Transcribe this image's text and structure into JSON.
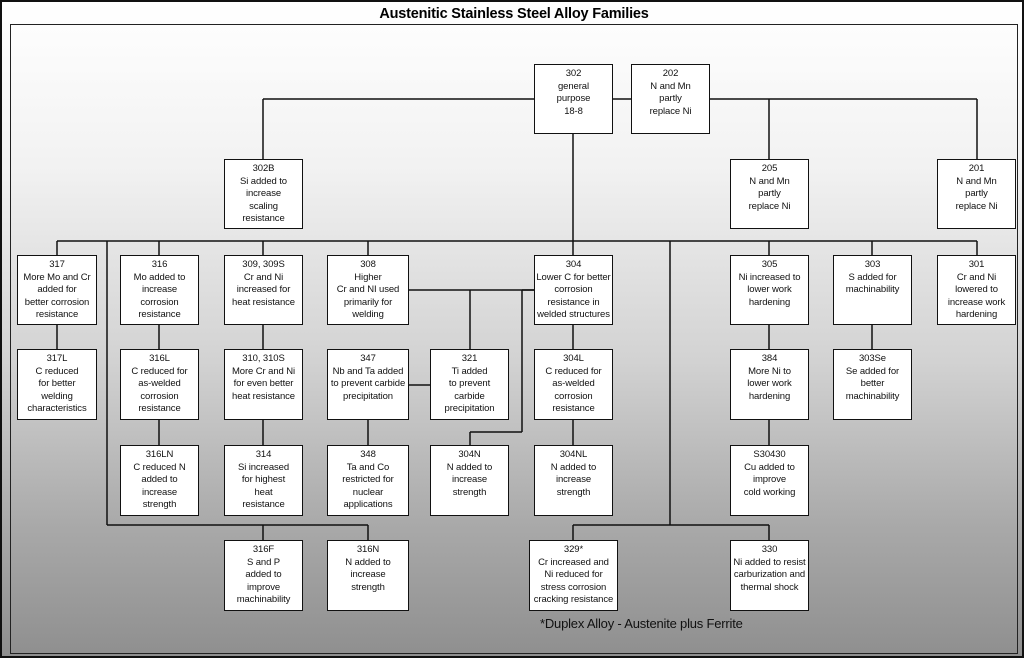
{
  "title": "Austenitic Stainless Steel Alloy Families",
  "footnote": "*Duplex Alloy - Austenite plus Ferrite",
  "nodes": [
    {
      "id": "302",
      "code": "302",
      "desc": "general\npurpose\n18-8"
    },
    {
      "id": "202",
      "code": "202",
      "desc": "N and Mn\npartly\nreplace Ni"
    },
    {
      "id": "302B",
      "code": "302B",
      "desc": "Si added to\nincrease\nscaling\nresistance"
    },
    {
      "id": "205",
      "code": "205",
      "desc": "N and Mn\npartly\nreplace Ni"
    },
    {
      "id": "201",
      "code": "201",
      "desc": "N and Mn\npartly\nreplace Ni"
    },
    {
      "id": "317",
      "code": "317",
      "desc": "More Mo and Cr\nadded for\nbetter corrosion\nresistance"
    },
    {
      "id": "316",
      "code": "316",
      "desc": "Mo added to\nincrease\ncorrosion\nresistance"
    },
    {
      "id": "309",
      "code": "309, 309S",
      "desc": "Cr and Ni\nincreased for\nheat resistance"
    },
    {
      "id": "308",
      "code": "308",
      "desc": "Higher\nCr and NI used\nprimarily for\nwelding"
    },
    {
      "id": "304",
      "code": "304",
      "desc": "Lower C for better\ncorrosion\nresistance in\nwelded structures"
    },
    {
      "id": "305",
      "code": "305",
      "desc": "Ni increased to\nlower work\nhardening"
    },
    {
      "id": "303",
      "code": "303",
      "desc": "S added for\nmachinability"
    },
    {
      "id": "301",
      "code": "301",
      "desc": "Cr and Ni\nlowered to\nincrease work\nhardening"
    },
    {
      "id": "317L",
      "code": "317L",
      "desc": "C reduced\nfor better\nwelding\ncharacteristics"
    },
    {
      "id": "316L",
      "code": "316L",
      "desc": "C reduced for\nas-welded\ncorrosion\nresistance"
    },
    {
      "id": "310",
      "code": "310, 310S",
      "desc": "More Cr and Ni\nfor even better\nheat resistance"
    },
    {
      "id": "347",
      "code": "347",
      "desc": "Nb and Ta added\nto prevent carbide\nprecipitation"
    },
    {
      "id": "321",
      "code": "321",
      "desc": "Ti added\nto prevent\ncarbide\nprecipitation"
    },
    {
      "id": "304L",
      "code": "304L",
      "desc": "C reduced for\nas-welded\ncorrosion\nresistance"
    },
    {
      "id": "384",
      "code": "384",
      "desc": "More Ni to\nlower work\nhardening"
    },
    {
      "id": "303Se",
      "code": "303Se",
      "desc": "Se added for\nbetter\nmachinability"
    },
    {
      "id": "316LN",
      "code": "316LN",
      "desc": "C reduced N\nadded to\nincrease\nstrength"
    },
    {
      "id": "314",
      "code": "314",
      "desc": "Si increased\nfor highest\nheat\nresistance"
    },
    {
      "id": "348",
      "code": "348",
      "desc": "Ta and Co\nrestricted for\nnuclear\napplications"
    },
    {
      "id": "304N",
      "code": "304N",
      "desc": "N added to\nincrease\nstrength"
    },
    {
      "id": "304NL",
      "code": "304NL",
      "desc": "N added to\nincrease\nstrength"
    },
    {
      "id": "S30430",
      "code": "S30430",
      "desc": "Cu added to\nimprove\ncold working"
    },
    {
      "id": "316F",
      "code": "316F",
      "desc": "S and P\nadded to\nimprove\nmachinability"
    },
    {
      "id": "316N",
      "code": "316N",
      "desc": "N added to\nincrease\nstrength"
    },
    {
      "id": "329",
      "code": "329*",
      "desc": "Cr increased and\nNi reduced for\nstress corrosion\ncracking resistance"
    },
    {
      "id": "330",
      "code": "330",
      "desc": "Ni added to resist\ncarburization and\nthermal shock"
    }
  ]
}
